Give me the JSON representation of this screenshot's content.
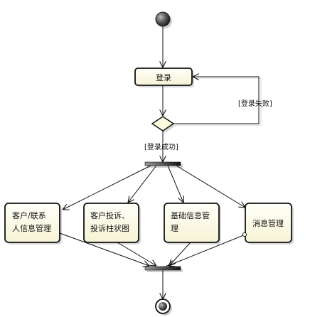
{
  "diagram": {
    "login": {
      "label": "登录"
    },
    "guard_fail": {
      "label": "[登录失败]"
    },
    "guard_success": {
      "label": "[登录成功]"
    },
    "activities": [
      {
        "id": "customer",
        "lines": [
          "客户/联系",
          "人信息管理"
        ]
      },
      {
        "id": "chart",
        "lines": [
          "客户投诉、",
          "投诉柱状图"
        ]
      },
      {
        "id": "base",
        "lines": [
          "基础信息管",
          "理"
        ]
      },
      {
        "id": "message",
        "lines": [
          "消息管理"
        ]
      }
    ]
  }
}
